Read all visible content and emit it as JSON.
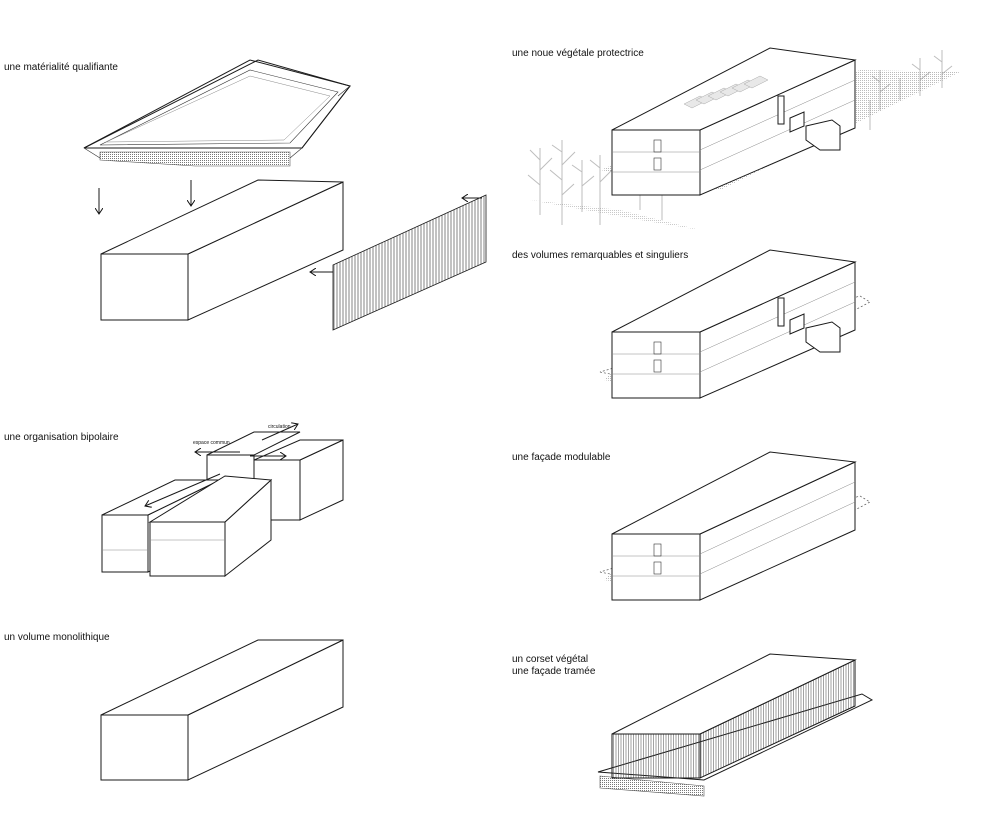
{
  "captions": {
    "materialite": "une matérialité qualifiante",
    "organisation": "une organisation bipolaire",
    "volume": "un volume monolithique",
    "noue": "une noue végétale protectrice",
    "volumes_remarquables": "des volumes remarquables et singuliers",
    "facade_modulable": "une façade modulable",
    "corset_line1": "un corset végétal",
    "corset_line2": "une façade tramée"
  },
  "annotations": {
    "espace_commun": "espace commun",
    "circulation": "circulation"
  }
}
